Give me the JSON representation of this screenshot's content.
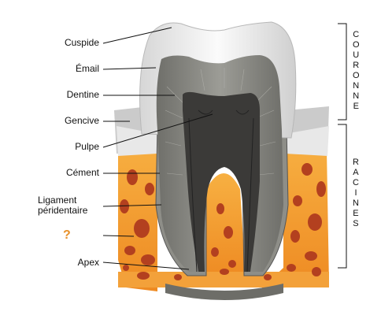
{
  "labels": {
    "cuspide": "Cuspide",
    "email": "Émail",
    "dentine": "Dentine",
    "gencive": "Gencive",
    "pulpe": "Pulpe",
    "cement": "Cément",
    "ligament_line1": "Ligament",
    "ligament_line2": "péridentaire",
    "unknown": "?",
    "apex": "Apex"
  },
  "sections": {
    "couronne": "COURONNE",
    "racines": "RACINES"
  },
  "colors": {
    "enamel": "#f2f2f2",
    "dentine": "#8a8a84",
    "pulp": "#3b3a38",
    "gum": "#c9c9c9",
    "bone": "#f29a2e",
    "bone_hole": "#b3401f",
    "unknown_label": "#e8912a"
  }
}
